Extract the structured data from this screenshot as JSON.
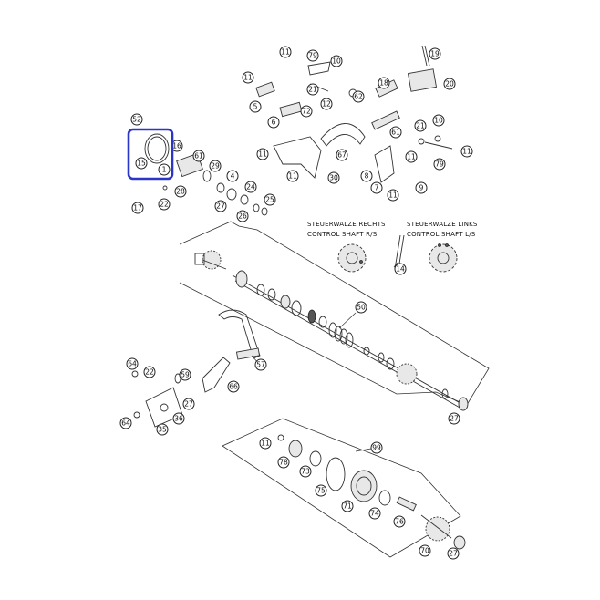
{
  "accent_color": "#2b35c8",
  "labels": {
    "control_shaft_rs_de": "STEUERWALZE RECHTS",
    "control_shaft_rs_en": "CONTROL SHAFT R/S",
    "control_shaft_ls_de": "STEUERWALZE LINKS",
    "control_shaft_ls_en": "CONTROL SHAFT L/S"
  },
  "callouts": {
    "c_11a": "11",
    "c_79a": "79",
    "c_10a": "10",
    "c_19": "19",
    "c_11b": "11",
    "c_21a": "21",
    "c_20": "20",
    "c_18": "18",
    "c_12": "12",
    "c_62": "62",
    "c_5": "5",
    "c_72": "72",
    "c_6": "6",
    "c_21b": "21",
    "c_10b": "10",
    "c_61b": "61",
    "c_52": "52",
    "c_16": "16",
    "c_61a": "61",
    "c_67": "67",
    "c_11c": "11",
    "c_11d": "11",
    "c_79b": "79",
    "c_11e": "11",
    "c_15": "15",
    "c_1": "1",
    "c_29": "29",
    "c_4": "4",
    "c_11f": "11",
    "c_30": "30",
    "c_8": "8",
    "c_7": "7",
    "c_11g": "11",
    "c_9": "9",
    "c_28": "28",
    "c_17": "17",
    "c_22a": "22",
    "c_27a": "27",
    "c_24": "24",
    "c_26": "26",
    "c_25": "25",
    "c_14": "14",
    "c_50": "50",
    "c_57": "57",
    "c_64a": "64",
    "c_22b": "22",
    "c_59": "59",
    "c_66": "66",
    "c_27b": "27",
    "c_64b": "64",
    "c_35": "35",
    "c_36": "36",
    "c_27c": "27",
    "c_11h": "11",
    "c_99": "99",
    "c_78": "78",
    "c_73": "73",
    "c_75": "75",
    "c_71": "71",
    "c_74": "74",
    "c_76": "76",
    "c_70": "70",
    "c_27d": "27"
  }
}
